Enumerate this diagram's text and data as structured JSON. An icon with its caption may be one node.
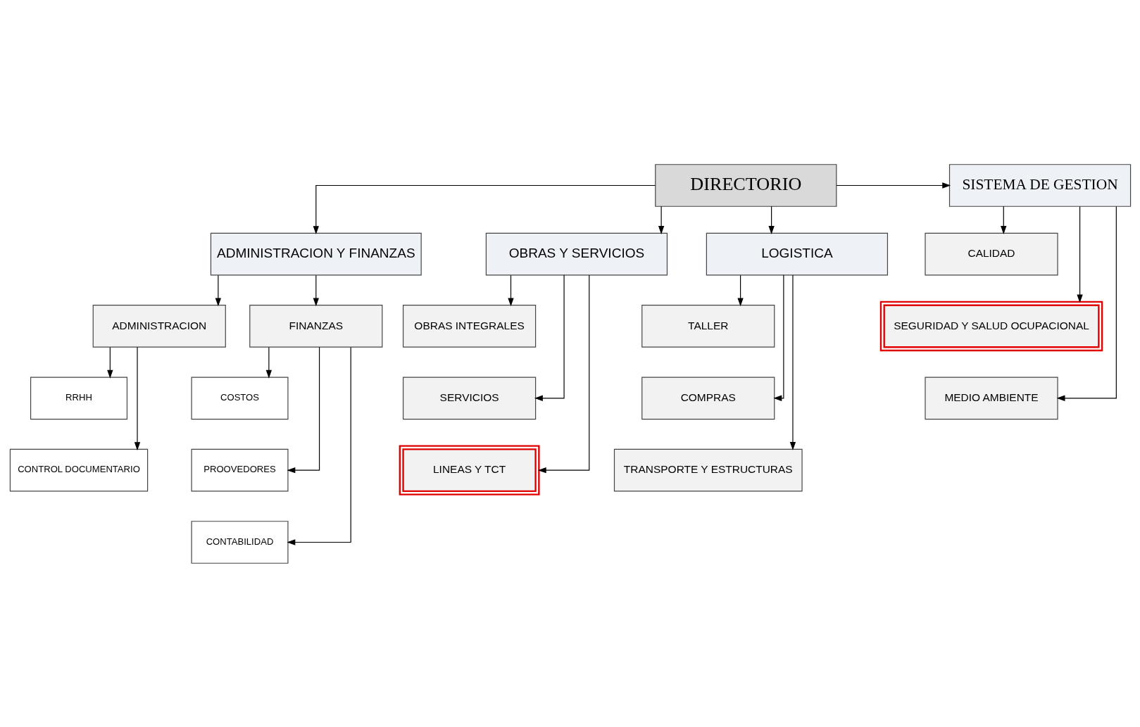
{
  "diagram": {
    "nodes": [
      {
        "text": [
          "DIRECTORIO"
        ]
      },
      {
        "text": [
          "SISTEMA DE GESTION"
        ]
      },
      {
        "text": [
          "CALIDAD"
        ]
      },
      {
        "text": [
          "SEGURIDAD Y SALUD OCUPACIONAL"
        ]
      },
      {
        "text": [
          "MEDIO AMBIENTE"
        ]
      },
      {
        "text": [
          "ADMINISTRACION Y FINANZAS"
        ]
      },
      {
        "text": [
          "OBRAS Y SERVICIOS"
        ]
      },
      {
        "text": [
          "LOGISTICA"
        ]
      },
      {
        "text": [
          "ADMINISTRACION"
        ]
      },
      {
        "text": [
          "FINANZAS"
        ]
      },
      {
        "text": [
          "RRHH"
        ]
      },
      {
        "text": [
          "CONTROL DOCUMENTARIO"
        ]
      },
      {
        "text": [
          "COSTOS"
        ]
      },
      {
        "text": [
          "PROOVEDORES"
        ]
      },
      {
        "text": [
          "CONTABILIDAD"
        ]
      },
      {
        "text": [
          "OBRAS INTEGRALES"
        ]
      },
      {
        "text": [
          "SERVICIOS"
        ]
      },
      {
        "text": [
          "LINEAS Y TCT"
        ]
      },
      {
        "text": [
          "TALLER"
        ]
      },
      {
        "text": [
          "COMPRAS"
        ]
      },
      {
        "text": [
          "TRANSPORTE Y ESTRUCTURAS"
        ]
      }
    ],
    "edges": [
      {
        "from": 0,
        "to": 1,
        "arrow": "to"
      },
      {
        "from": 1,
        "to": 2,
        "arrow": "to"
      },
      {
        "from": 1,
        "to": 3,
        "arrow": "to"
      },
      {
        "from": 1,
        "to": 4,
        "arrow": "to"
      },
      {
        "from": 0,
        "to": 5,
        "arrow": "to"
      },
      {
        "from": 0,
        "to": 6,
        "arrow": "to"
      },
      {
        "from": 0,
        "to": 7,
        "arrow": "to"
      },
      {
        "from": 5,
        "to": 8,
        "arrow": "to"
      },
      {
        "from": 5,
        "to": 9,
        "arrow": "to"
      },
      {
        "from": 8,
        "to": 10,
        "arrow": "to"
      },
      {
        "from": 8,
        "to": 11,
        "arrow": "to"
      },
      {
        "from": 9,
        "to": 12,
        "arrow": "to"
      },
      {
        "from": 9,
        "to": 13,
        "arrow": "to"
      },
      {
        "from": 9,
        "to": 14,
        "arrow": "to"
      },
      {
        "from": 6,
        "to": 15,
        "arrow": "to"
      },
      {
        "from": 6,
        "to": 16,
        "arrow": "to"
      },
      {
        "from": 6,
        "to": 17,
        "arrow": "to"
      },
      {
        "from": 7,
        "to": 18,
        "arrow": "to"
      },
      {
        "from": 7,
        "to": 19,
        "arrow": "to"
      },
      {
        "from": 7,
        "to": 20,
        "arrow": "to"
      }
    ]
  }
}
